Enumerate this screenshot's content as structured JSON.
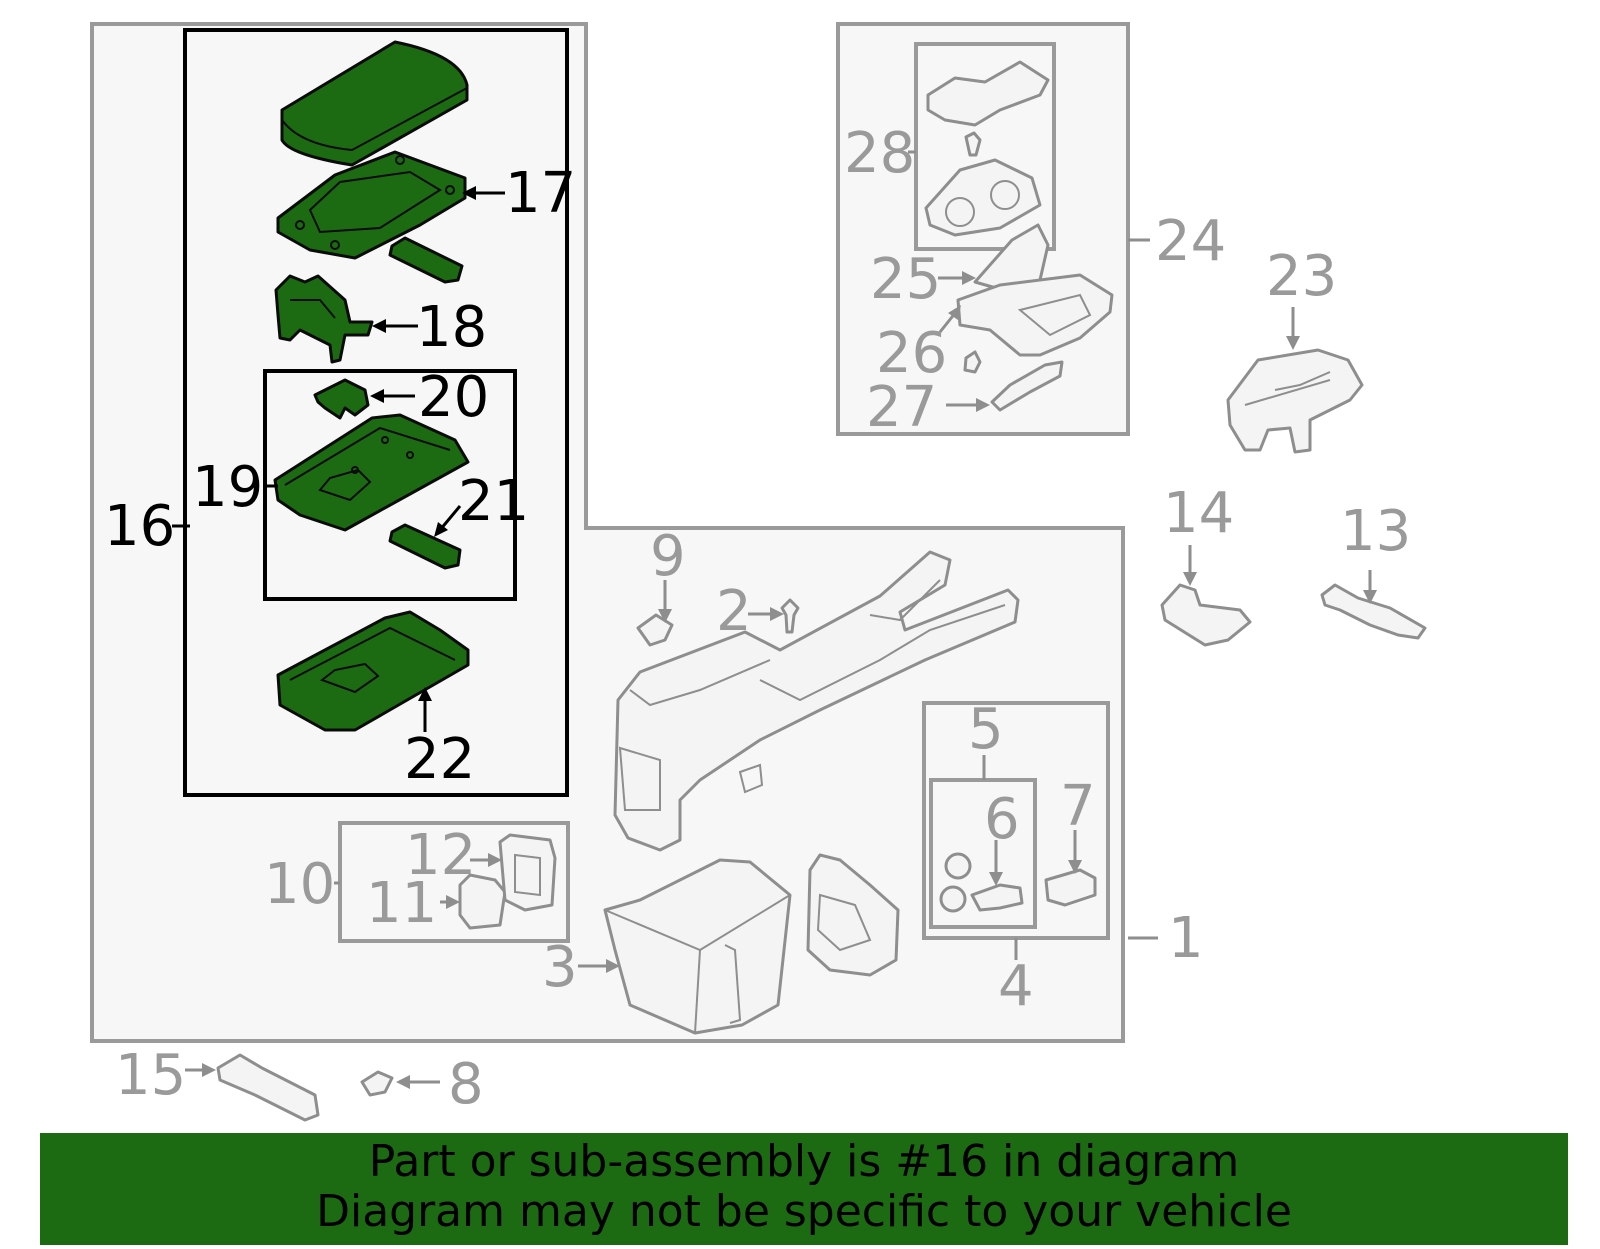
{
  "callouts": {
    "c1": "1",
    "c2": "2",
    "c3": "3",
    "c4": "4",
    "c5": "5",
    "c6": "6",
    "c7": "7",
    "c8": "8",
    "c9": "9",
    "c10": "10",
    "c11": "11",
    "c12": "12",
    "c13": "13",
    "c14": "14",
    "c15": "15",
    "c16": "16",
    "c17": "17",
    "c18": "18",
    "c19": "19",
    "c20": "20",
    "c21": "21",
    "c22": "22",
    "c23": "23",
    "c24": "24",
    "c25": "25",
    "c26": "26",
    "c27": "27",
    "c28": "28"
  },
  "highlight": {
    "part_number": "16",
    "color": "#1c6b12"
  },
  "footer": {
    "line1": "Part or sub-assembly is #16 in diagram",
    "line2": "Diagram may not be specific to your vehicle"
  }
}
